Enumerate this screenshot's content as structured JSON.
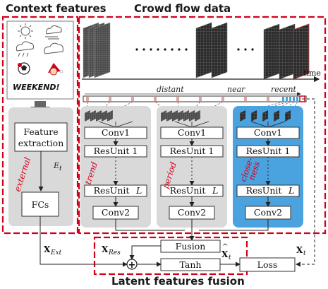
{
  "headers": {
    "context": "Context features",
    "crowd": "Crowd flow data",
    "latent": "Latent features fusion"
  },
  "context_icons": [
    "sun-icon",
    "cloud-wind-icon",
    "rain-cloud-icon",
    "cloud-icon",
    "football-icon",
    "santa-icon"
  ],
  "weekend_label": "WEEKEND!",
  "time_label": "time",
  "timeline_labels": {
    "distant": "distant",
    "near": "near",
    "recent": "recent"
  },
  "left_column": {
    "feature_extraction_1": "Feature",
    "feature_extraction_2": "extraction",
    "et": "E",
    "et_sub": "t",
    "side_label": "external",
    "fcs": "FCs"
  },
  "branches": [
    {
      "side_label": "trend",
      "conv1": "Conv1",
      "res1": "ResUnit 1",
      "resL": "ResUnit",
      "resL_var": "L",
      "conv2": "Conv2"
    },
    {
      "side_label": "period",
      "conv1": "Conv1",
      "res1": "ResUnit 1",
      "resL": "ResUnit",
      "resL_var": "L",
      "conv2": "Conv2"
    },
    {
      "side_label_1": "close-",
      "side_label_2": "ness",
      "conv1": "Conv1",
      "res1": "ResUnit 1",
      "resL": "ResUnit",
      "resL_var": "L",
      "conv2": "Conv2"
    }
  ],
  "fusion": {
    "fusion_label": "Fusion",
    "tanh_label": "Tanh",
    "loss_label": "Loss",
    "x_ext": "X",
    "x_ext_sub": "Ext",
    "x_res": "X",
    "x_res_sub": "Res",
    "x_hat": "X",
    "x_hat_sub": "t",
    "x_t": "X",
    "x_t_sub": "t",
    "plus": "+"
  },
  "colors": {
    "red_dash": "#d0021b",
    "panel_gray": "#d9d9d9",
    "closeness_blue": "#4aa3df",
    "grid_dark": "#3a3a3a"
  }
}
